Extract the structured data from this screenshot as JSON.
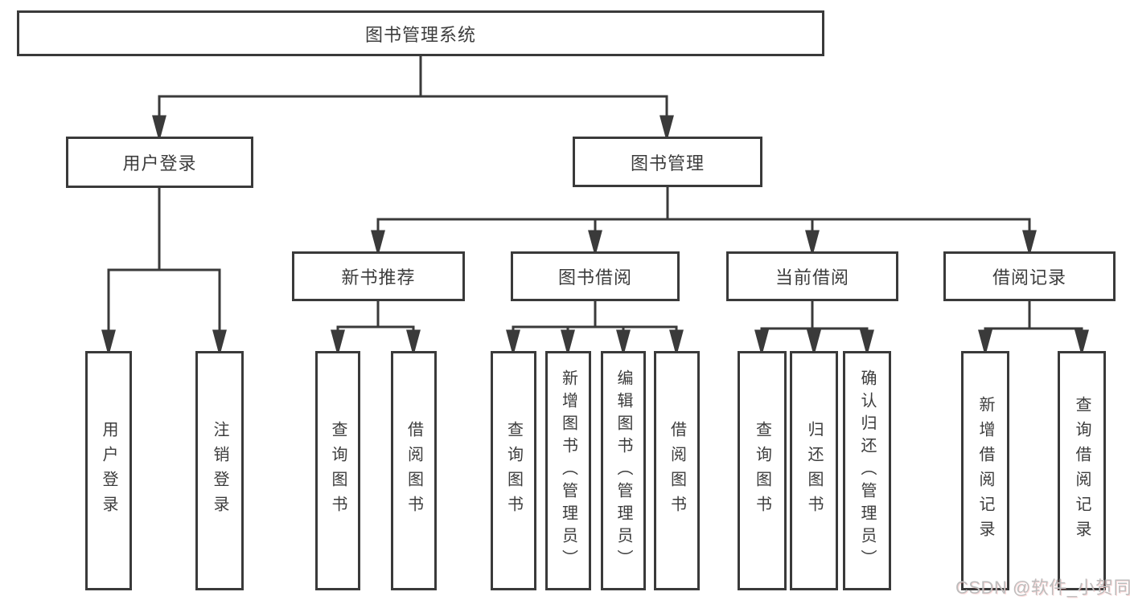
{
  "diagram_title": "图书管理系统",
  "colors": {
    "line": "#3a3a3a",
    "text": "#3c3c3c",
    "background": "#ffffff",
    "watermark": "#bdbdbd"
  },
  "tree": {
    "label": "图书管理系统",
    "children": [
      {
        "label": "用户登录",
        "children": [
          {
            "label": "用户登录"
          },
          {
            "label": "注销登录"
          }
        ]
      },
      {
        "label": "图书管理",
        "children": [
          {
            "label": "新书推荐",
            "children": [
              {
                "label": "查询图书"
              },
              {
                "label": "借阅图书"
              }
            ]
          },
          {
            "label": "图书借阅",
            "children": [
              {
                "label": "查询图书"
              },
              {
                "label": "新增图书（管理员）"
              },
              {
                "label": "编辑图书（管理员）"
              },
              {
                "label": "借阅图书"
              }
            ]
          },
          {
            "label": "当前借阅",
            "children": [
              {
                "label": "查询图书"
              },
              {
                "label": "归还图书"
              },
              {
                "label": "确认归还（管理员）"
              }
            ]
          },
          {
            "label": "借阅记录",
            "children": [
              {
                "label": "新增借阅记录"
              },
              {
                "label": "查询借阅记录"
              }
            ]
          }
        ]
      }
    ]
  },
  "watermark": {
    "text": "CSDN @软件_小贺同学"
  }
}
